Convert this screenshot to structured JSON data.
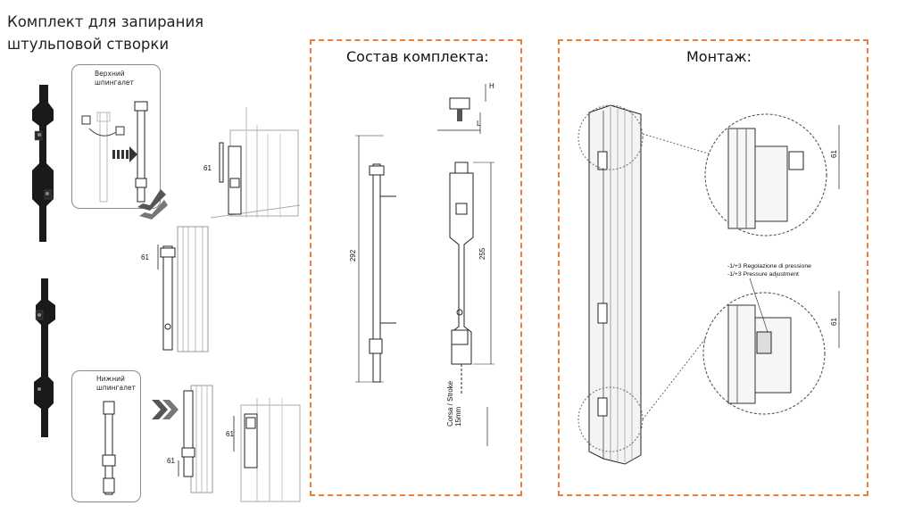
{
  "page": {
    "title_line1": "Комплект для запирания",
    "title_line2": "штульповой створки"
  },
  "left": {
    "top_label_line1": "Верхний",
    "top_label_line2": "шпингалет",
    "bottom_label_line1": "Нижний",
    "bottom_label_line2": "шпингалет",
    "dim_61": "61"
  },
  "kit_panel": {
    "title": "Состав комплекта:",
    "dim_292": "292",
    "dim_255": "255",
    "dim_H": "H",
    "dim_L": "L",
    "stroke_line1": "Corsa / Stroke",
    "stroke_line2": "15mm"
  },
  "mount_panel": {
    "title": "Монтаж:",
    "dim_61": "61",
    "pressure_it": "-1/+3 Regolazione di pressione",
    "pressure_en": "-1/+3 Pressure adjustment"
  },
  "colors": {
    "accent_dashed": "#ea7f3a",
    "line": "#333333",
    "arrow": "#4a4a4a"
  }
}
